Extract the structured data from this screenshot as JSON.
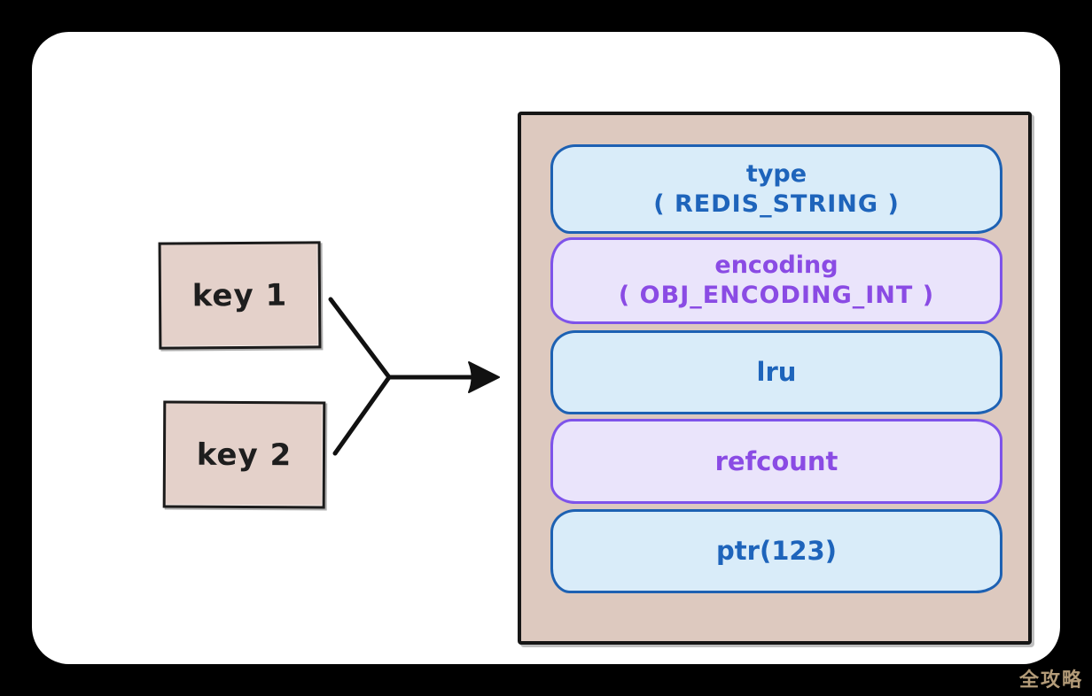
{
  "diagram": {
    "title_semantics": "redis robj structure pointed to by keys",
    "keys": [
      {
        "label": "key 1"
      },
      {
        "label": "key 2"
      }
    ],
    "object": {
      "fields": [
        {
          "line1": "type",
          "line2": "( REDIS_STRING )",
          "theme": "blue"
        },
        {
          "line1": "encoding",
          "line2": "( OBJ_ENCODING_INT )",
          "theme": "purple"
        },
        {
          "line1": "lru",
          "theme": "blue"
        },
        {
          "line1": "refcount",
          "theme": "purple"
        },
        {
          "line1": "ptr(123)",
          "theme": "blue"
        }
      ]
    },
    "colors": {
      "canvas_background": "#000000",
      "card_background": "#ffffff",
      "key_box_fill": "#e4d1ca",
      "container_fill": "#ddc9bf",
      "stroke_black": "#161616",
      "blue_fill": "#d9ecf9",
      "blue_stroke": "#1d61b3",
      "blue_text": "#1e64bb",
      "purple_fill": "#eae4fb",
      "purple_stroke": "#7e53ea",
      "purple_text": "#8a4be4",
      "watermark_color": "#b39b78"
    }
  },
  "watermark": {
    "text": "全攻略"
  }
}
